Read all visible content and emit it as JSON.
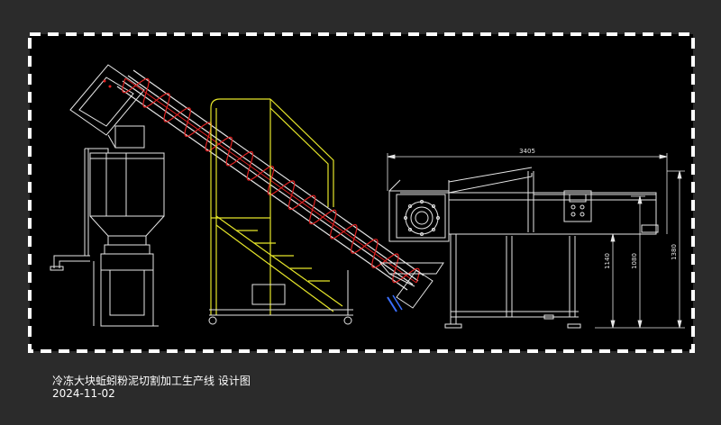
{
  "drawing": {
    "caption": {
      "title": "冷冻大块蚯蚓粉泥切割加工生产线 设计图",
      "date": "2024-11-02"
    },
    "dimensions": {
      "overall_length": "3405",
      "height_a": "1140",
      "height_b": "1080",
      "height_c": "1380"
    },
    "colors": {
      "background": "#2b2b2b",
      "canvas": "#000000",
      "frame": "#ffffff",
      "linework": "#e6e6e6",
      "screw": "#e02020",
      "platform": "#e6e62a",
      "accent_blue": "#3a6fff"
    }
  }
}
